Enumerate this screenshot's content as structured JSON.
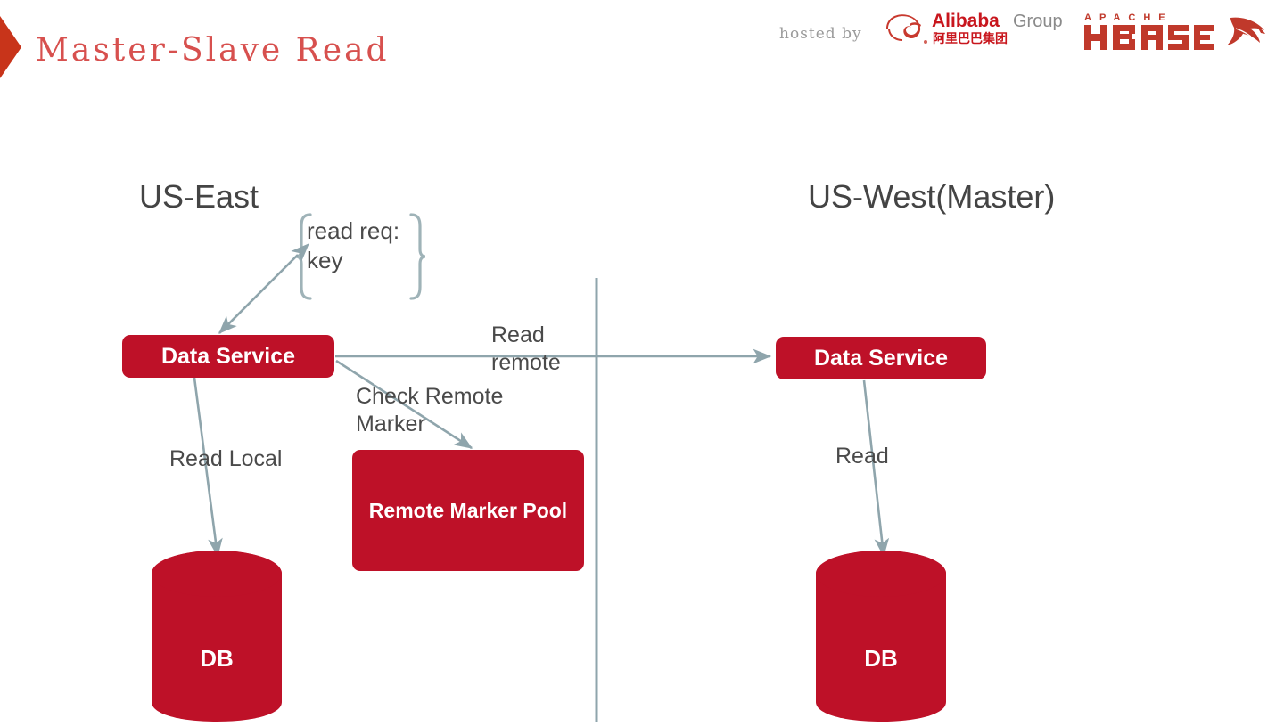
{
  "header": {
    "title": "Master-Slave Read",
    "hosted_by": "hosted by",
    "chevron_icon": "chevron-right-decoration",
    "alibaba": {
      "name_primary": "Alibaba",
      "name_secondary": "Group",
      "name_chinese": "阿里巴巴集团",
      "logo_icon": "alibaba-group-logo"
    },
    "hbase": {
      "apache_text": "A P A C H E",
      "name": "HBASE",
      "logo_icon": "apache-hbase-orca-logo"
    },
    "colors": {
      "title_red": "#d7504e",
      "chevron_red": "#c8341a",
      "hosted_grey": "#9a9a9a",
      "brand_red": "#be1128"
    }
  },
  "diagram": {
    "title": "Master-Slave Read",
    "regions": [
      {
        "id": "us-east",
        "label": "US-East"
      },
      {
        "id": "us-west",
        "label": "US-West(Master)"
      }
    ],
    "nodes": [
      {
        "id": "data-service-east",
        "label": "Data Service",
        "shape": "rounded-rect",
        "color": "#be1128"
      },
      {
        "id": "data-service-west",
        "label": "Data Service",
        "shape": "rounded-rect",
        "color": "#be1128"
      },
      {
        "id": "remote-marker-pool",
        "label": "Remote Marker Pool",
        "shape": "rounded-rect",
        "color": "#be1128"
      },
      {
        "id": "db-east",
        "label": "DB",
        "shape": "cylinder",
        "color": "#be1128"
      },
      {
        "id": "db-west",
        "label": "DB",
        "shape": "cylinder",
        "color": "#be1128"
      }
    ],
    "edges": [
      {
        "id": "read-req",
        "label": "read req:\nkey",
        "from": "client",
        "to": "data-service-east",
        "arrow": "double"
      },
      {
        "id": "read-remote",
        "label": "Read\nremote",
        "from": "data-service-east",
        "to": "data-service-west",
        "arrow": "single"
      },
      {
        "id": "check-remote-marker",
        "label": "Check Remote\nMarker",
        "from": "data-service-east",
        "to": "remote-marker-pool",
        "arrow": "single"
      },
      {
        "id": "read-local",
        "label": "Read Local",
        "from": "data-service-east",
        "to": "db-east",
        "arrow": "single"
      },
      {
        "id": "read-west",
        "label": "Read",
        "from": "data-service-west",
        "to": "db-west",
        "arrow": "single"
      }
    ],
    "annotations": {
      "brace_left": "{",
      "brace_right": "}"
    },
    "divider": {
      "id": "region-divider",
      "orientation": "vertical"
    },
    "colors": {
      "connector": "#8fa5ac",
      "label_text": "#4a4a4a",
      "region_text": "#444444",
      "node_fill": "#be1128",
      "node_text": "#ffffff"
    }
  }
}
